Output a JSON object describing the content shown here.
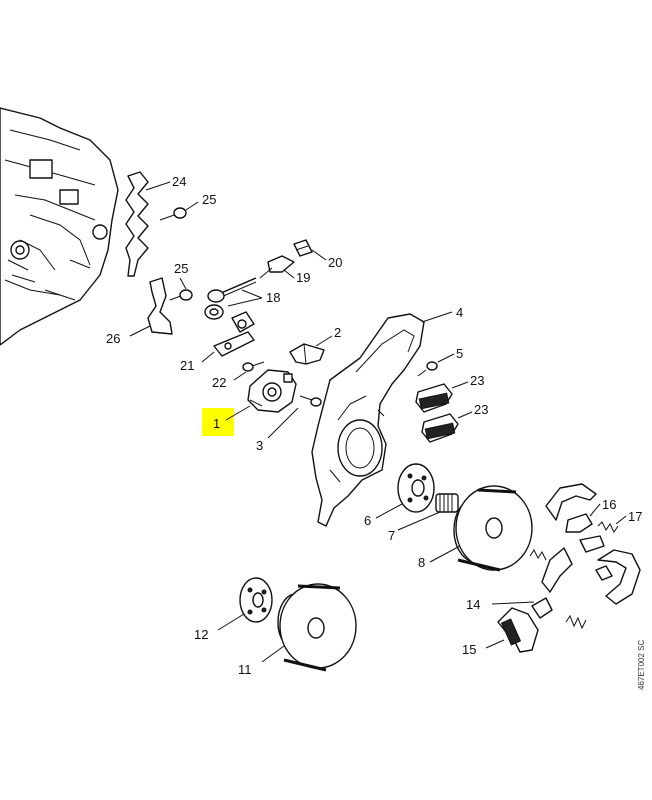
{
  "callouts": [
    {
      "id": "1",
      "label": "1",
      "highlighted": true
    },
    {
      "id": "2",
      "label": "2"
    },
    {
      "id": "3",
      "label": "3"
    },
    {
      "id": "4",
      "label": "4"
    },
    {
      "id": "5",
      "label": "5"
    },
    {
      "id": "6",
      "label": "6"
    },
    {
      "id": "7",
      "label": "7"
    },
    {
      "id": "8",
      "label": "8"
    },
    {
      "id": "11",
      "label": "11"
    },
    {
      "id": "12",
      "label": "12"
    },
    {
      "id": "14",
      "label": "14"
    },
    {
      "id": "15",
      "label": "15"
    },
    {
      "id": "16",
      "label": "16"
    },
    {
      "id": "17",
      "label": "17"
    },
    {
      "id": "18",
      "label": "18"
    },
    {
      "id": "19",
      "label": "19"
    },
    {
      "id": "20",
      "label": "20"
    },
    {
      "id": "21",
      "label": "21"
    },
    {
      "id": "22",
      "label": "22"
    },
    {
      "id": "23a",
      "label": "23"
    },
    {
      "id": "23b",
      "label": "23"
    },
    {
      "id": "24",
      "label": "24"
    },
    {
      "id": "25a",
      "label": "25"
    },
    {
      "id": "25b",
      "label": "25"
    },
    {
      "id": "26",
      "label": "26"
    }
  ],
  "drawing_code": "467ET002 SC",
  "colors": {
    "highlight": "#ffff00",
    "line": "#111111",
    "background": "#ffffff"
  }
}
